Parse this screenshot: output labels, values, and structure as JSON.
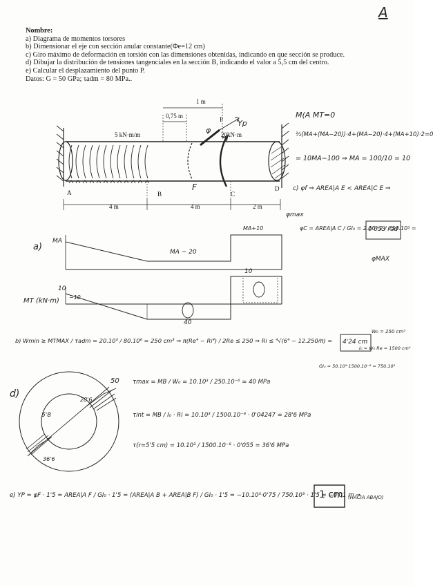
{
  "page_marker": "A",
  "header": {
    "nombre": "Nombre:",
    "item_a": "a) Diagrama de momentos torsores",
    "item_b": "b) Dimensionar  el eje con sección anular constante(Φe=12 cm)",
    "item_c": "c) Giro máximo de deformación en torsión con las dimensiones obtenidas, indicando en que sección se produce.",
    "item_d": "d) Dibujar la distribución de tensiones tangenciales en la sección B, indicando el valor a 5,5 cm del centro.",
    "item_e": "e) Calcular el desplazamiento del punto P.",
    "datos": "Datos: G = 50 GPa;  τadm = 80 MPa.."
  },
  "figure": {
    "dim_1m": "1 m",
    "dim_075m": "0,75 m",
    "point_p": "P",
    "yp_label": "Yp",
    "phi_label": "φ",
    "load_dist": "5 kN·m/m",
    "load_conc": "20kN·m",
    "label_a": "A",
    "label_b": "B",
    "label_f": "F",
    "label_c": "C",
    "label_d": "D",
    "span_ab": "4 m",
    "span_bc": "4 m",
    "span_cd": "2 m"
  },
  "handwritten": {
    "eq_title": "M(A  MT=0",
    "eq1": "½(MA+(MA−20))·4+(MA−20)·4+(MA+10)·2=0",
    "eq2": "= 10MA−100 ⇒ MA = 100/10 = 10",
    "c_phi": "c)  φf ⇒ AREA|A E < AREA|C E ⇒",
    "c_phimax": "φmax",
    "c_phic": "φC = AREA|A C / GI₀ = 2.10³·2 / 750.10³ = ",
    "c_result": "0'053 rad",
    "c_phimax2": "φMAX",
    "diag_a": "a)",
    "diag_ma": "MA",
    "diag_ma20": "MA − 20",
    "diag_ma10": "MA+10",
    "mt_label": "MT (kN·m)",
    "mt_10": "10",
    "mt_10_b": "10",
    "mt_40": "40",
    "mt_10_c": "−10",
    "b_eq": "b) Wmin ≥ MTMAX / τadm = 20.10³ / 80.10⁶ = 250 cm³ ⇒ π(Re⁴ − Ri⁴) / 2Re ≤ 250 ⇒ Ri ≤ ⁴√(6⁴ − 12.250/π) =",
    "b_result": "4'24 cm",
    "b_side1": "W₀ = 250 cm³",
    "b_side2": "I₀ = W₀·Re = 1500 cm⁴",
    "b_side3": "GI₀ = 50.10⁹·1500.10⁻⁸ = 750.10³",
    "d_label": "d)",
    "d_50": "50",
    "d_286": "28'6",
    "d_58": "5'8",
    "d_366": "36'6",
    "d_tmax": "τmax = MB / W₀ = 10.10³ / 250.10⁻⁶ = 40 MPa",
    "d_tint": "τint = MB / I₀ · Ri = 10.10³ / 1500.10⁻⁸ · 0'04247 = 28'6 MPa",
    "d_t55": "τ(r=5'5 cm) = 10.10³ / 1500.10⁻⁸ · 0'055 = 36'6 MPa",
    "e_eq": "e) YP = φF · 1'5 = AREA|A F / GI₀ · 1'5 = (AREA|A B + AREA|B F) / GI₀ · 1'5 = −10.10³·0'75 / 750.10³ · 1'5 = −0'01 m ⇒",
    "e_result": "1 cm",
    "e_note": "(HACIA ABAJO)"
  },
  "colors": {
    "ink": "#222222",
    "paper": "#fdfdfc"
  }
}
